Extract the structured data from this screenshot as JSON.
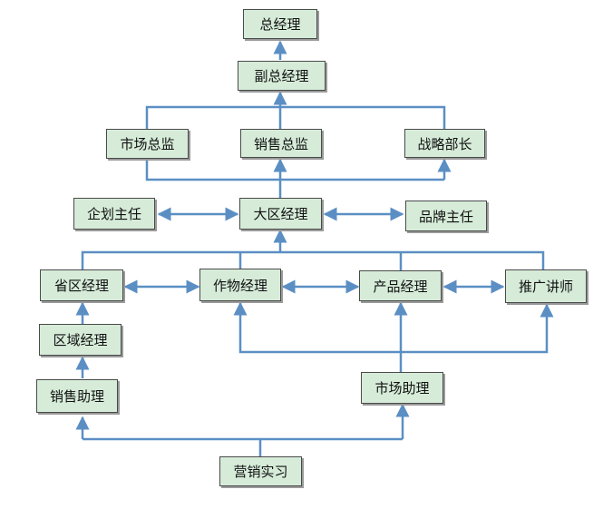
{
  "colors": {
    "box_fill": "#d6ecd9",
    "line": "#5b8fc4"
  },
  "nodes": {
    "general_manager": "总经理",
    "deputy_general_manager": "副总经理",
    "marketing_director": "市场总监",
    "sales_director": "销售总监",
    "strategy_head": "战略部长",
    "planning_supervisor": "企划主任",
    "regional_manager": "大区经理",
    "brand_supervisor": "品牌主任",
    "provincial_manager": "省区经理",
    "crop_manager": "作物经理",
    "product_manager": "产品经理",
    "promotion_lecturer": "推广讲师",
    "area_manager": "区域经理",
    "sales_assistant": "销售助理",
    "marketing_assistant": "市场助理",
    "marketing_intern": "营销实习"
  }
}
